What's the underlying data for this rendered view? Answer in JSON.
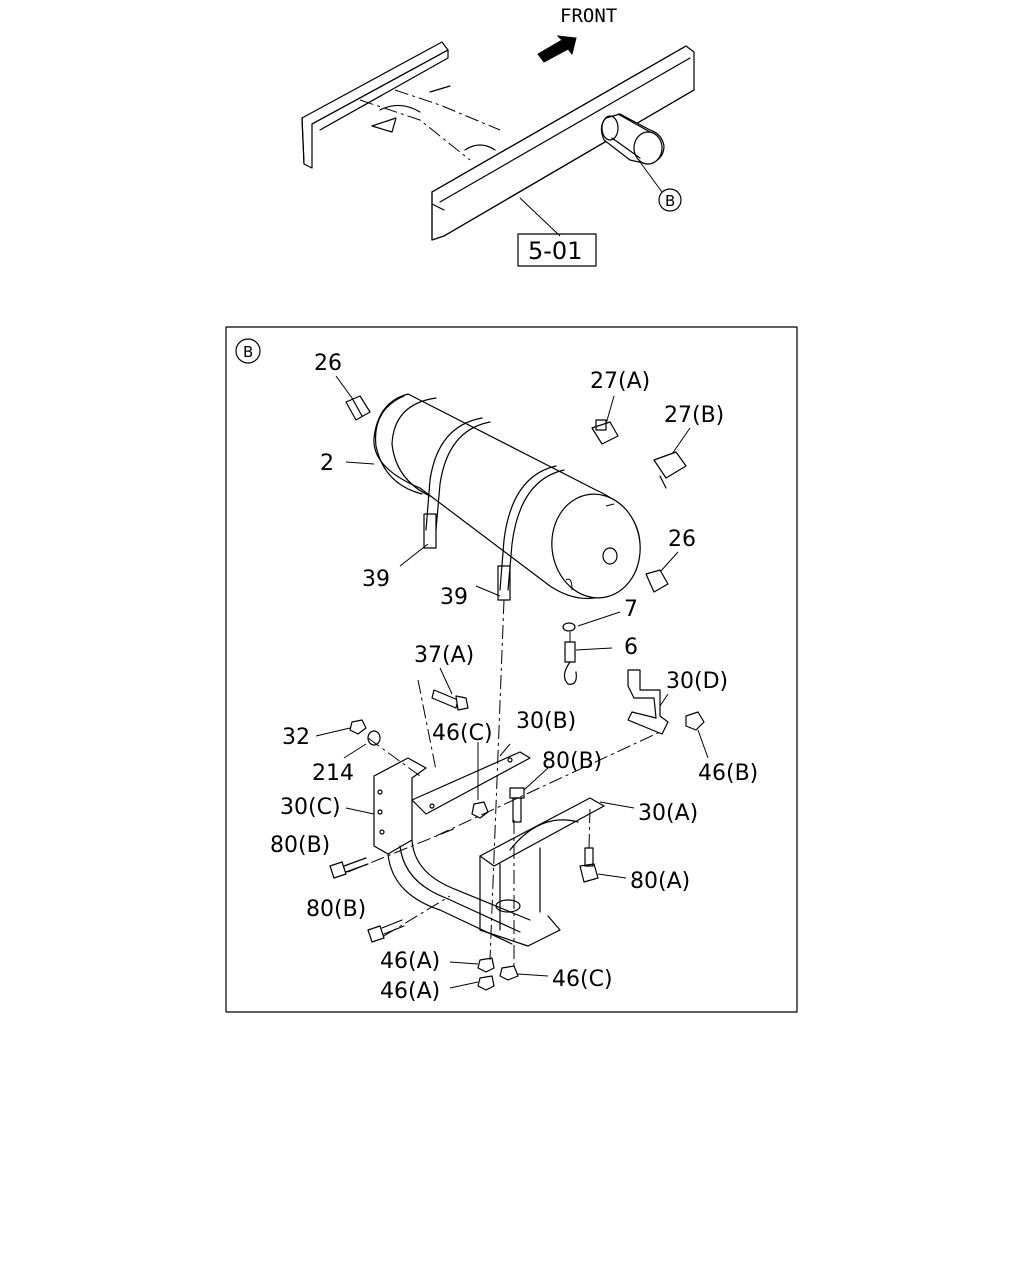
{
  "overview": {
    "front_label": "FRONT",
    "detail_ref": "B",
    "section_ref": "5-01"
  },
  "detail": {
    "view_label": "B",
    "callouts": {
      "p26_top": "26",
      "p2": "2",
      "p27a": "27(A)",
      "p27b": "27(B)",
      "p26_right": "26",
      "p39_left": "39",
      "p39_mid": "39",
      "p7": "7",
      "p6": "6",
      "p37a": "37(A)",
      "p30d": "30(D)",
      "p32": "32",
      "p46c_top": "46(C)",
      "p30b": "30(B)",
      "p214": "214",
      "p80b_mid": "80(B)",
      "p46b": "46(B)",
      "p30c": "30(C)",
      "p30a": "30(A)",
      "p80b_left": "80(B)",
      "p80a": "80(A)",
      "p80b_low": "80(B)",
      "p46a_1": "46(A)",
      "p46c_bottom": "46(C)",
      "p46a_2": "46(A)"
    }
  }
}
